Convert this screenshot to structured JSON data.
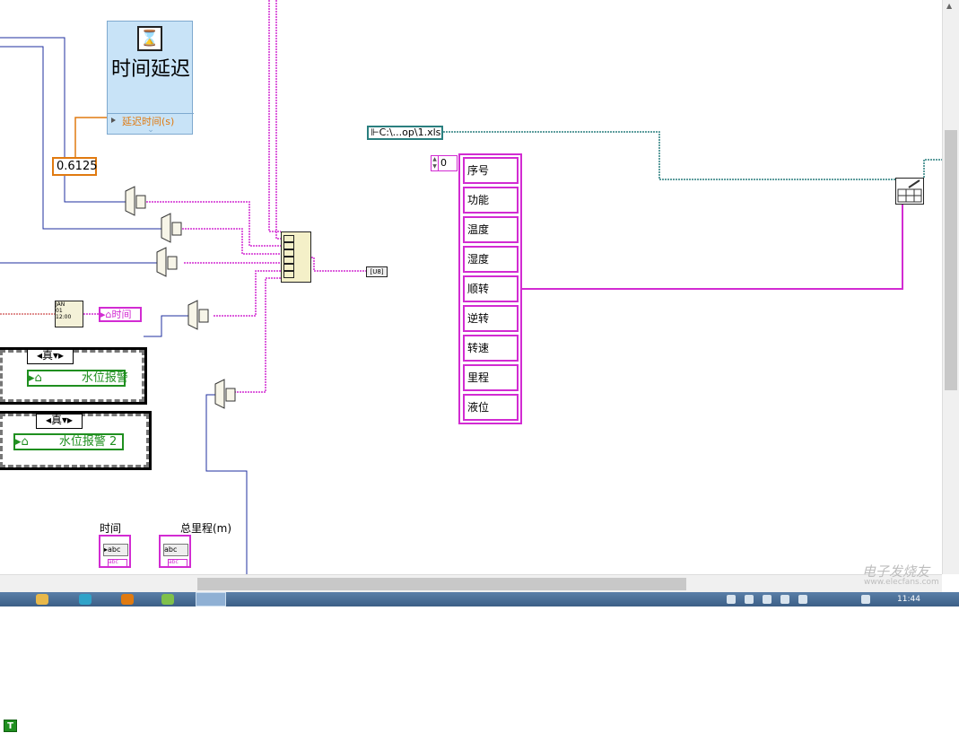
{
  "time_delay": {
    "title": "时间延迟",
    "terminal": "延迟时间(s)"
  },
  "numeric_constant": {
    "value": "0.6125"
  },
  "path_constant": {
    "value": "C:\\...op\\1.xls"
  },
  "index_display": {
    "value": "0"
  },
  "string_array": {
    "items": [
      "序号",
      "功能",
      "温度",
      "湿度",
      "顺转",
      "逆转",
      "转速",
      "里程",
      "液位"
    ]
  },
  "local_time": {
    "label": "时间"
  },
  "case1": {
    "selector": "真",
    "local": "水位报警",
    "bool_const": "T"
  },
  "case2": {
    "selector": "真",
    "local": "水位报警 2"
  },
  "controls": [
    {
      "label": "时间",
      "inner": "abc",
      "foot": "abc"
    },
    {
      "label": "总里程(m)",
      "inner": "abc",
      "foot": "abc"
    }
  ],
  "build_array_label": "[U8]",
  "colors": {
    "string_wire": "#d22bd2",
    "numeric_wire": "#1f2f9f",
    "path_wire": "#2a7f7f",
    "delay_bg": "#c8e3f7",
    "orange": "#e07a10",
    "boolean": "#1f8f1f"
  },
  "taskbar": {
    "clock": "11:44"
  },
  "watermark": {
    "brand": "电子发烧友",
    "url": "www.elecfans.com"
  }
}
